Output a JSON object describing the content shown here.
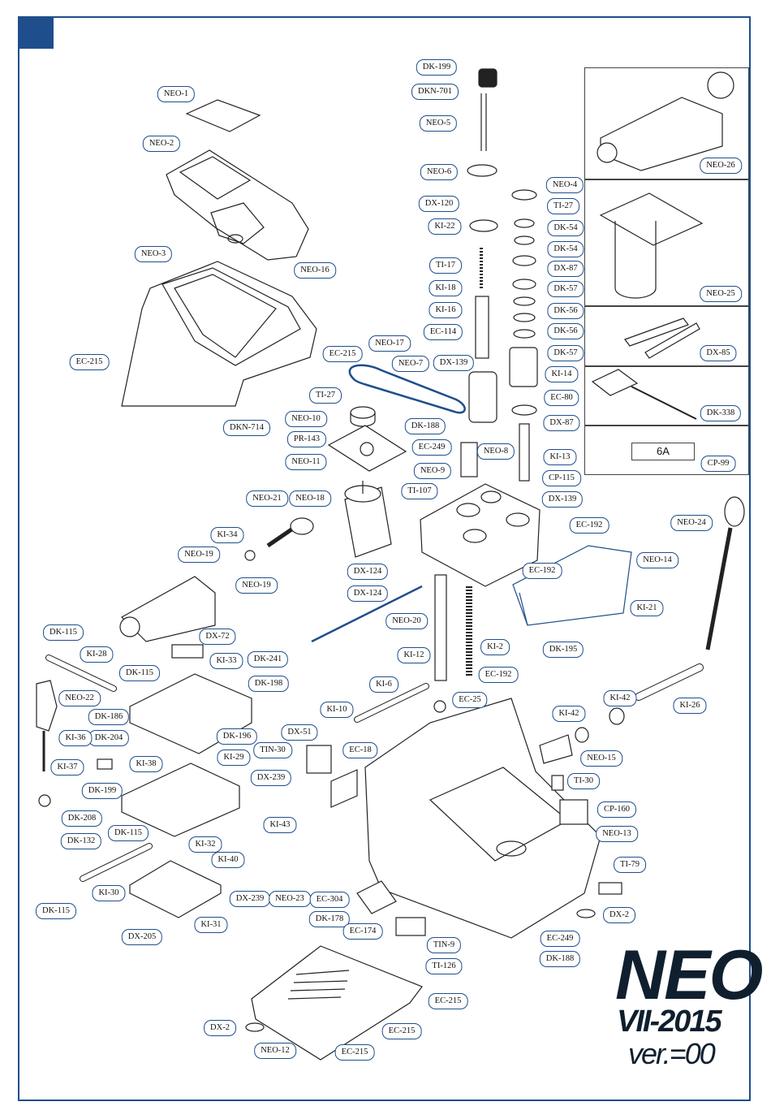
{
  "diagram": {
    "stamp_text": "6A",
    "brand": {
      "model": "NEO",
      "date": "VII-2015",
      "version": "ver.=00"
    },
    "part_labels": [
      "DK-199",
      "DKN-701",
      "NEO-5",
      "NEO-6",
      "DX-120",
      "KI-22",
      "NEO-4",
      "TI-27",
      "DK-54",
      "DK-54",
      "DX-87",
      "DK-57",
      "DK-56",
      "DK-56",
      "DK-57",
      "KI-14",
      "EC-80",
      "DX-87",
      "TI-17",
      "KI-18",
      "KI-16",
      "EC-114",
      "DX-139",
      "NEO-7",
      "NEO-8",
      "KI-13",
      "CP-115",
      "DX-139",
      "NEO-1",
      "NEO-2",
      "NEO-16",
      "NEO-3",
      "EC-215",
      "DKN-714",
      "EC-215",
      "NEO-17",
      "TI-27",
      "NEO-10",
      "PR-143",
      "NEO-11",
      "DK-188",
      "EC-249",
      "NEO-9",
      "TI-107",
      "NEO-21",
      "NEO-18",
      "KI-34",
      "NEO-19",
      "NEO-19",
      "DX-124",
      "DX-124",
      "NEO-20",
      "EC-192",
      "EC-192",
      "NEO-14",
      "NEO-24",
      "KI-21",
      "DK-195",
      "DK-115",
      "KI-28",
      "DX-72",
      "KI-33",
      "DK-241",
      "DK-198",
      "DK-115",
      "NEO-22",
      "DK-186",
      "DK-204",
      "DK-196",
      "KI-36",
      "KI-38",
      "KI-37",
      "DK-199",
      "KI-29",
      "DX-239",
      "DK-208",
      "DK-132",
      "DK-115",
      "KI-32",
      "KI-40",
      "KI-43",
      "KI-30",
      "DX-239",
      "DK-115",
      "KI-31",
      "DX-205",
      "KI-12",
      "KI-2",
      "EC-192",
      "KI-6",
      "EC-25",
      "KI-10",
      "DX-51",
      "TIN-30",
      "EC-18",
      "KI-42",
      "KI-42",
      "KI-26",
      "NEO-15",
      "TI-30",
      "CP-160",
      "NEO-13",
      "TI-79",
      "DX-2",
      "EC-249",
      "DK-188",
      "NEO-23",
      "EC-304",
      "DK-178",
      "EC-174",
      "TIN-9",
      "TI-126",
      "EC-215",
      "EC-215",
      "DX-2",
      "EC-215",
      "NEO-12",
      "NEO-26",
      "NEO-25",
      "DX-85",
      "DK-338",
      "CP-99"
    ]
  }
}
